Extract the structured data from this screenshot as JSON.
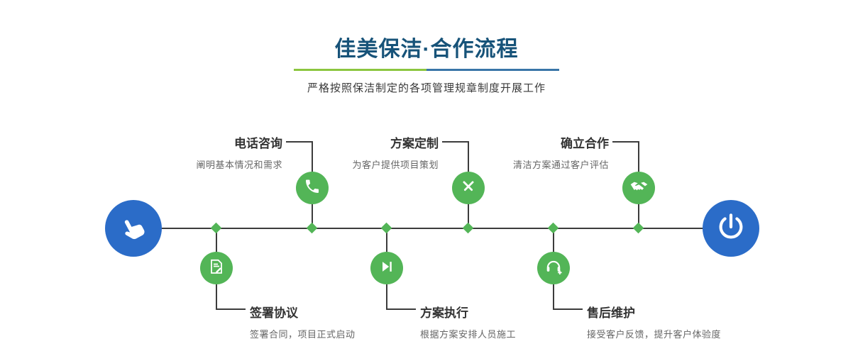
{
  "header": {
    "title": "佳美保洁·合作流程",
    "subtitle": "严格按照保洁制定的各项管理规章制度开展工作"
  },
  "colors": {
    "title_blue": "#175379",
    "accent_green": "#53b557",
    "accent_blue": "#2b6cc8",
    "divider_green": "#8cc63f",
    "divider_blue": "#3a76a8",
    "line_dark": "#3c3c3c"
  },
  "timeline": {
    "start_icon": "hand-pointer-icon",
    "end_icon": "power-icon",
    "top_steps": [
      {
        "title": "电话咨询",
        "desc": "阐明基本情况和需求",
        "icon": "phone-icon"
      },
      {
        "title": "方案定制",
        "desc": "为客户提供项目策划",
        "icon": "pen-tools-icon"
      },
      {
        "title": "确立合作",
        "desc": "清洁方案通过客户评估",
        "icon": "handshake-icon"
      }
    ],
    "bottom_steps": [
      {
        "title": "签署协议",
        "desc": "签署合同，项目正式启动",
        "icon": "contract-icon"
      },
      {
        "title": "方案执行",
        "desc": "根据方案安排人员施工",
        "icon": "play-icon"
      },
      {
        "title": "售后维护",
        "desc": "接受客户反馈，提升客户体验度",
        "icon": "headset-icon"
      }
    ]
  }
}
